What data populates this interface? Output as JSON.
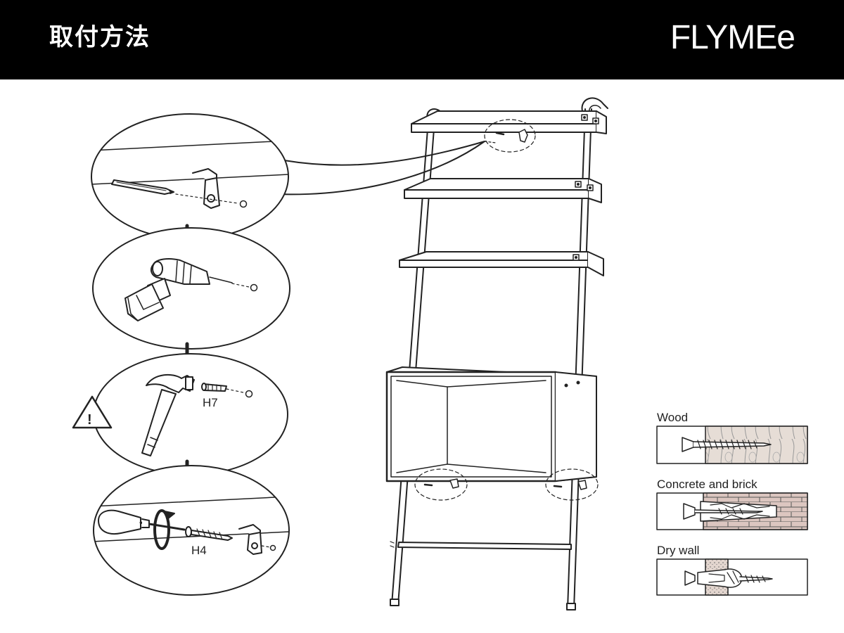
{
  "header": {
    "title": "取付方法",
    "brand": "FLYMEe"
  },
  "steps": {
    "hammer_part_label": "H7",
    "screwdriver_part_label": "H4"
  },
  "legend": {
    "wood_label": "Wood",
    "concrete_label": "Concrete and brick",
    "drywall_label": "Dry wall"
  },
  "warning_icon_glyph": "!",
  "colors": {
    "header_background": "#000000",
    "header_text": "#ffffff",
    "line_art": "#222222",
    "wood_fill": "#e6ddd6",
    "brick_fill": "#dcc6c0",
    "drywall_fill": "#e3d6cf"
  }
}
